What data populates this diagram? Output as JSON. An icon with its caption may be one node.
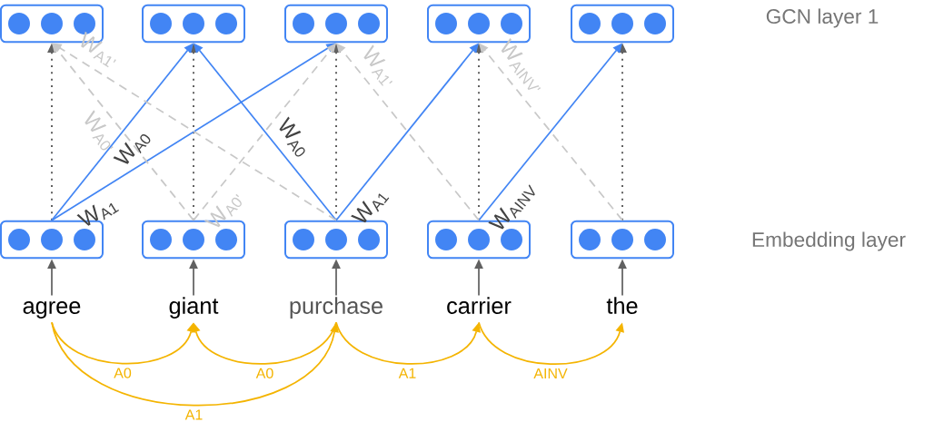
{
  "diagram": {
    "nodes": [
      {
        "text": [],
        "shape": "box"
      },
      {
        "text": [],
        "shape": "box"
      },
      {
        "text": [],
        "shape": "box"
      },
      {
        "text": [],
        "shape": "box"
      },
      {
        "text": [],
        "shape": "box"
      },
      {
        "text": [],
        "shape": "box"
      },
      {
        "text": [],
        "shape": "box"
      },
      {
        "text": [],
        "shape": "box"
      },
      {
        "text": [],
        "shape": "box"
      },
      {
        "text": [],
        "shape": "box"
      },
      {
        "text": [
          "agree"
        ]
      },
      {
        "text": [
          "giant"
        ]
      },
      {
        "text": [
          "purchase"
        ]
      },
      {
        "text": [
          "carrier"
        ]
      },
      {
        "text": [
          "the"
        ]
      }
    ],
    "edges": [
      {
        "from": 10,
        "to": 5,
        "arrow": "to"
      },
      {
        "from": 11,
        "to": 6,
        "arrow": "to"
      },
      {
        "from": 12,
        "to": 7,
        "arrow": "to"
      },
      {
        "from": 13,
        "to": 8,
        "arrow": "to"
      },
      {
        "from": 14,
        "to": 9,
        "arrow": "to"
      },
      {
        "from": 5,
        "to": 0,
        "arrow": "to",
        "style": "dashed"
      },
      {
        "from": 6,
        "to": 1,
        "arrow": "to",
        "style": "dashed"
      },
      {
        "from": 7,
        "to": 2,
        "arrow": "to",
        "style": "dashed"
      },
      {
        "from": 8,
        "to": 3,
        "arrow": "to",
        "style": "dashed"
      },
      {
        "from": 9,
        "to": 4,
        "arrow": "to",
        "style": "dashed"
      },
      {
        "from": 5,
        "to": 1,
        "arrow": "to",
        "label": "W$_{A0}$",
        "color": "#4285f4"
      },
      {
        "from": 5,
        "to": 2,
        "arrow": "to",
        "label": "W$_{A1}$",
        "color": "#4285f4"
      },
      {
        "from": 7,
        "to": 1,
        "arrow": "to",
        "label": "W$_{A0}$",
        "color": "#4285f4"
      },
      {
        "from": 7,
        "to": 3,
        "arrow": "to",
        "label": "W$_{A1}$",
        "color": "#4285f4"
      },
      {
        "from": 8,
        "to": 4,
        "arrow": "to",
        "label": "W$_{AINV}$",
        "color": "#4285f4"
      },
      {
        "from": 6,
        "to": 0,
        "arrow": "to",
        "label": "W$_{A0'}$",
        "style": "dashed",
        "color": "#c8c8c8"
      },
      {
        "from": 7,
        "to": 0,
        "arrow": "to",
        "label": "W$_{A1'}$",
        "style": "dashed",
        "color": "#c8c8c8"
      },
      {
        "from": 6,
        "to": 2,
        "arrow": "to",
        "label": "W$_{A0'}$",
        "style": "dashed",
        "color": "#c8c8c8"
      },
      {
        "from": 8,
        "to": 2,
        "arrow": "to",
        "label": "W$_{A1'}$",
        "style": "dashed",
        "color": "#c8c8c8"
      },
      {
        "from": 9,
        "to": 3,
        "arrow": "to",
        "label": "W$_{AINV'}$",
        "style": "dashed",
        "color": "#c8c8c8"
      },
      {
        "from": 10,
        "to": 11,
        "arrow": "to",
        "label": "A0",
        "color": "#f4b400"
      },
      {
        "from": 12,
        "to": 11,
        "arrow": "to",
        "label": "A0",
        "color": "#f4b400"
      },
      {
        "from": 10,
        "to": 12,
        "arrow": "to",
        "label": "A1",
        "color": "#f4b400"
      },
      {
        "from": 12,
        "to": 13,
        "arrow": "to",
        "label": "A1",
        "color": "#f4b400"
      },
      {
        "from": 13,
        "to": 14,
        "arrow": "to",
        "label": "AINV",
        "color": "#f4b400"
      }
    ],
    "labels": [
      "GCN layer 1",
      "Embedding layer"
    ]
  }
}
